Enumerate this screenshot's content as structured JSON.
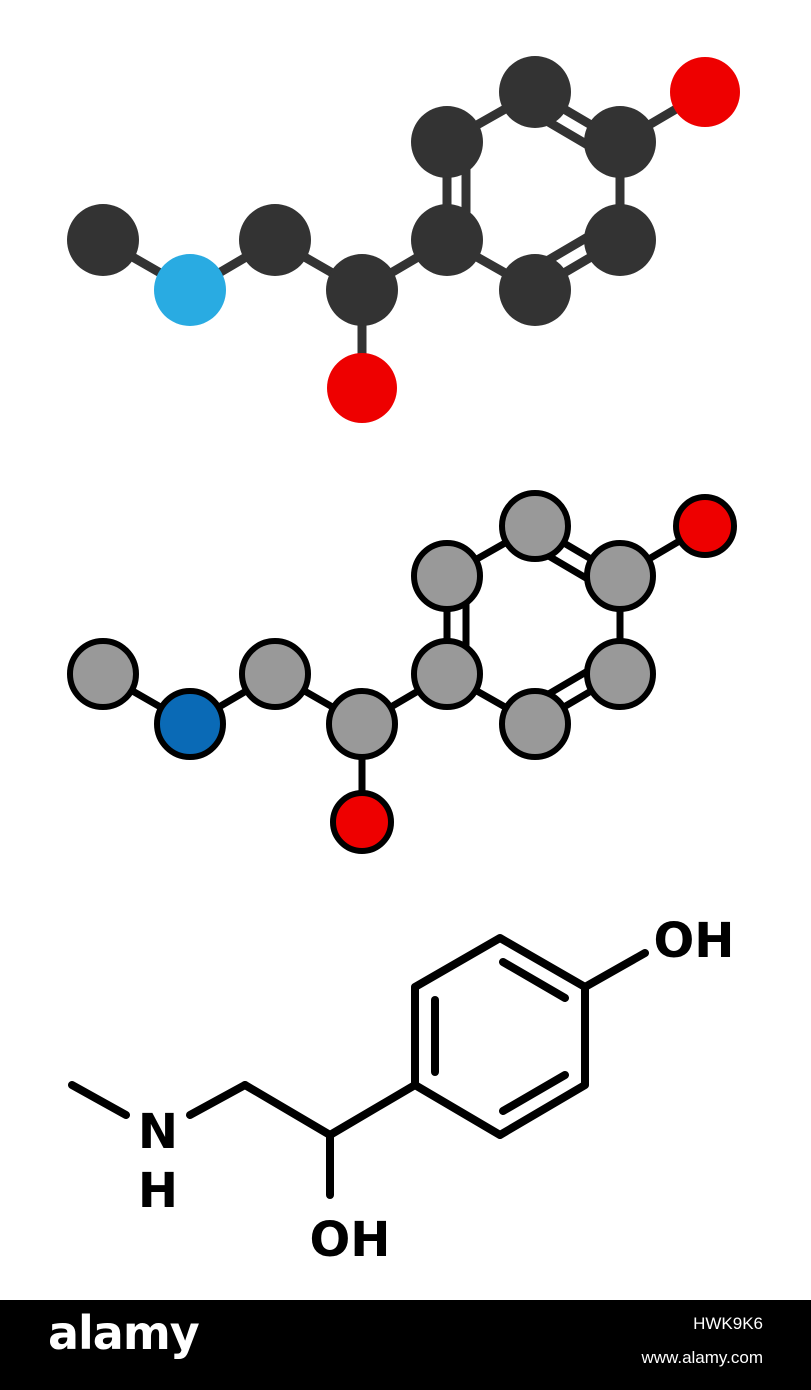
{
  "colors": {
    "carbon_flat": "#333333",
    "nitrogen_flat": "#29abe2",
    "oxygen_flat": "#ee0000",
    "carbon_outlined": "#999999",
    "nitrogen_outlined": "#0a6ab6",
    "oxygen_outlined": "#ee0000",
    "outline": "#000000",
    "skeletal_bond": "#000000",
    "banner_background": "#000000",
    "banner_text": "#ffffff"
  },
  "skeletal": {
    "labels": {
      "amine_n": "N",
      "amine_h": "H",
      "hydroxyl_bottom": "OH",
      "hydroxyl_top": "OH"
    }
  },
  "banner": {
    "logo": "alamy",
    "image_id": "HWK9K6",
    "url": "www.alamy.com"
  }
}
